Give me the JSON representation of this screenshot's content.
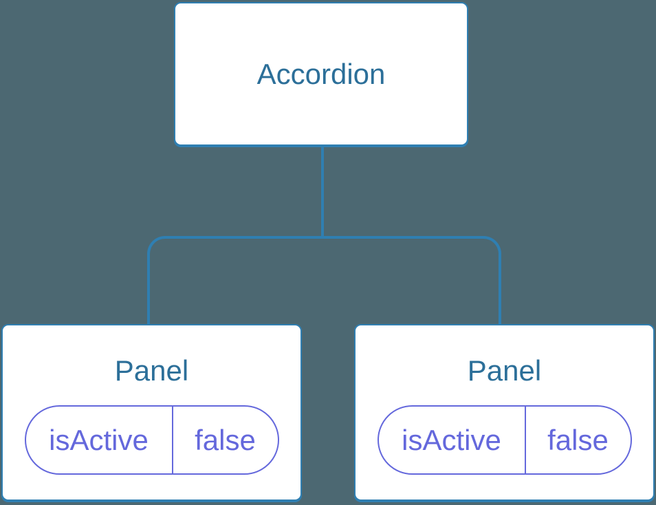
{
  "diagram": {
    "root": {
      "label": "Accordion"
    },
    "children": [
      {
        "label": "Panel",
        "state": {
          "key": "isActive",
          "value": "false"
        }
      },
      {
        "label": "Panel",
        "state": {
          "key": "isActive",
          "value": "false"
        }
      }
    ]
  },
  "colors": {
    "background": "#4C6872",
    "node_fill": "#FFFFFF",
    "node_border": "#2F7FB2",
    "connector": "#2F7FB2",
    "node_label": "#2C6F99",
    "state_accent": "#6468DC"
  }
}
